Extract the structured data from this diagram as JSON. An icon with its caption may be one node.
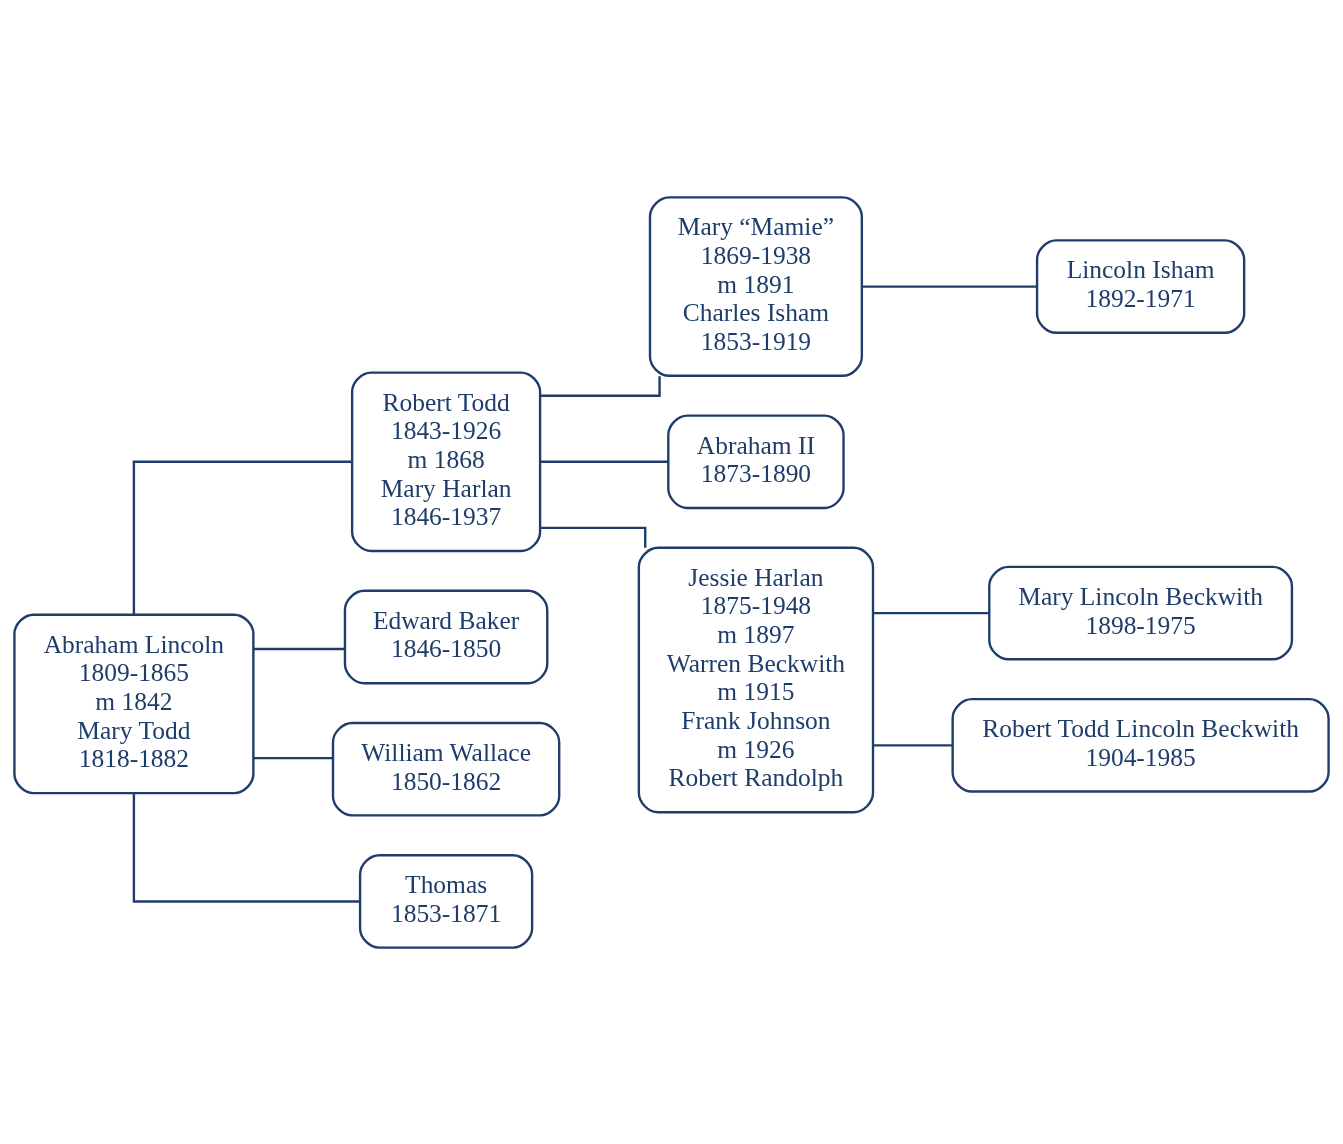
{
  "diagram": {
    "nodes": [
      {
        "text": [
          "Abraham Lincoln",
          "1809-1865",
          "m 1842",
          "Mary Todd",
          "1818-1882"
        ]
      },
      {
        "text": [
          "Robert Todd",
          "1843-1926",
          "m 1868",
          "Mary Harlan",
          "1846-1937"
        ]
      },
      {
        "text": [
          "Edward Baker",
          "1846-1850"
        ]
      },
      {
        "text": [
          "William Wallace",
          "1850-1862"
        ]
      },
      {
        "text": [
          "Thomas",
          "1853-1871"
        ]
      },
      {
        "text": [
          "Mary “Mamie”",
          "1869-1938",
          "m 1891",
          "Charles Isham",
          "1853-1919"
        ]
      },
      {
        "text": [
          "Abraham II",
          "1873-1890"
        ]
      },
      {
        "text": [
          "Jessie Harlan",
          "1875-1948",
          "m 1897",
          "Warren Beckwith",
          "m 1915",
          "Frank Johnson",
          "m 1926",
          "Robert Randolph"
        ]
      },
      {
        "text": [
          "Lincoln Isham",
          "1892-1971"
        ]
      },
      {
        "text": [
          "Mary Lincoln Beckwith",
          "1898-1975"
        ]
      },
      {
        "text": [
          "Robert Todd Lincoln Beckwith",
          "1904-1985"
        ]
      }
    ],
    "edges": [
      {
        "from": 0,
        "to": 1,
        "arrow": "none"
      },
      {
        "from": 0,
        "to": 2,
        "arrow": "none"
      },
      {
        "from": 0,
        "to": 3,
        "arrow": "none"
      },
      {
        "from": 0,
        "to": 4,
        "arrow": "none"
      },
      {
        "from": 1,
        "to": 5,
        "arrow": "none"
      },
      {
        "from": 1,
        "to": 6,
        "arrow": "none"
      },
      {
        "from": 1,
        "to": 7,
        "arrow": "none"
      },
      {
        "from": 5,
        "to": 8,
        "arrow": "none"
      },
      {
        "from": 7,
        "to": 9,
        "arrow": "none"
      },
      {
        "from": 7,
        "to": 10,
        "arrow": "none"
      }
    ]
  }
}
